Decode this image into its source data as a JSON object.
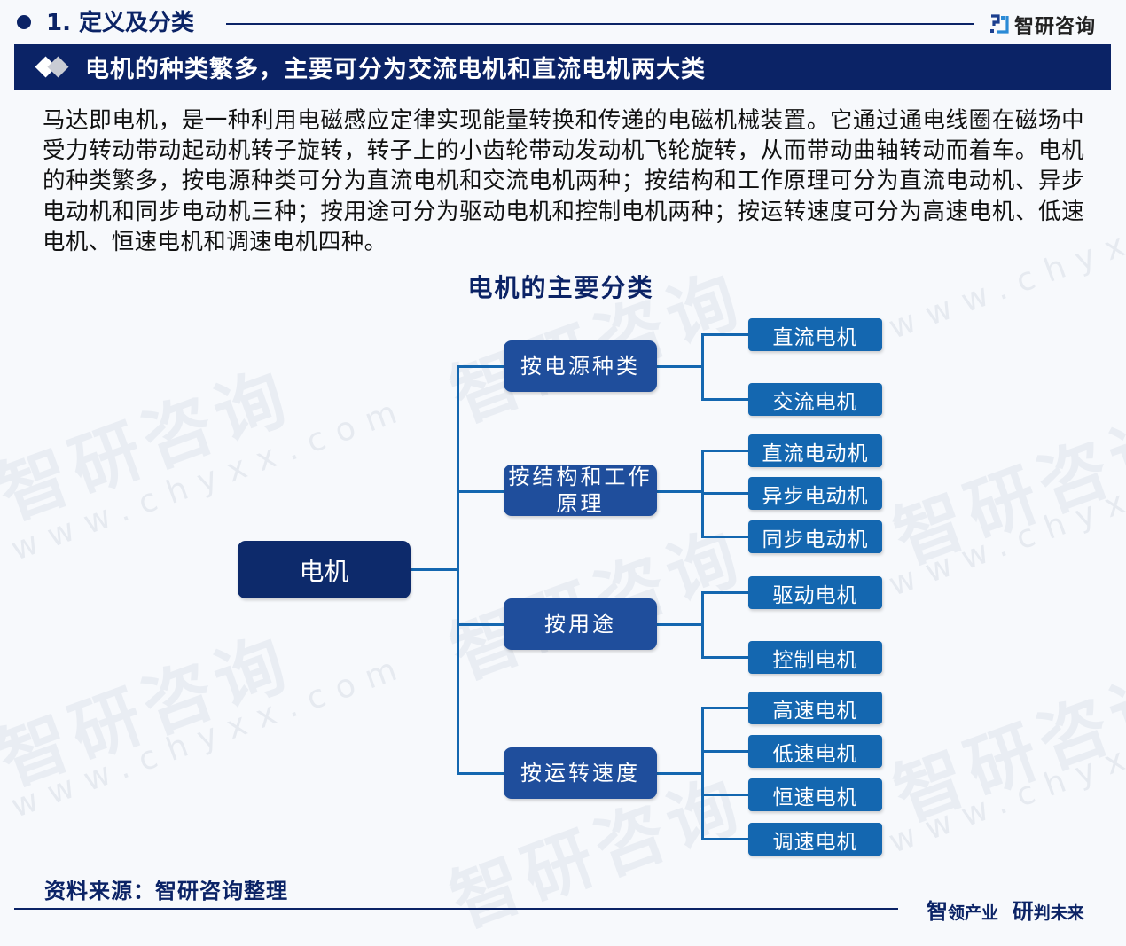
{
  "header": {
    "section_title": "1. 定义及分类",
    "logo_text": "智研咨询"
  },
  "banner": {
    "title": "电机的种类繁多，主要可分为交流电机和直流电机两大类"
  },
  "intro": {
    "paragraph": "马达即电机，是一种利用电磁感应定律实现能量转换和传递的电磁机械装置。它通过通电线圈在磁场中受力转动带动起动机转子旋转，转子上的小齿轮带动发动机飞轮旋转，从而带动曲轴转动而着车。电机的种类繁多，按电源种类可分为直流电机和交流电机两种；按结构和工作原理可分为直流电动机、异步电动机和同步电动机三种；按用途可分为驱动电机和控制电机两种；按运转速度可分为高速电机、低速电机、恒速电机和调速电机四种。"
  },
  "diagram": {
    "title": "电机的主要分类",
    "root": "电机",
    "categories": [
      {
        "label": "按电源种类",
        "children": [
          "直流电机",
          "交流电机"
        ]
      },
      {
        "label": "按结构和工作原理",
        "children": [
          "直流电动机",
          "异步电动机",
          "同步电动机"
        ]
      },
      {
        "label": "按用途",
        "children": [
          "驱动电机",
          "控制电机"
        ]
      },
      {
        "label": "按运转速度",
        "children": [
          "高速电机",
          "低速电机",
          "恒速电机",
          "调速电机"
        ]
      }
    ]
  },
  "footer": {
    "source": "资料来源：智研咨询整理",
    "slogan_part1_big": "智",
    "slogan_part1_rest": "领产业",
    "slogan_part2_big": "研",
    "slogan_part2_rest": "判未来"
  },
  "watermark": {
    "brand": "智研咨询",
    "url": "www.chyxx.com"
  },
  "colors": {
    "navy": "#0b2366",
    "root_box": "#0d2a6b",
    "category_box": "#1f4e9c",
    "leaf_box": "#1467b0",
    "connector": "#1467b0"
  }
}
